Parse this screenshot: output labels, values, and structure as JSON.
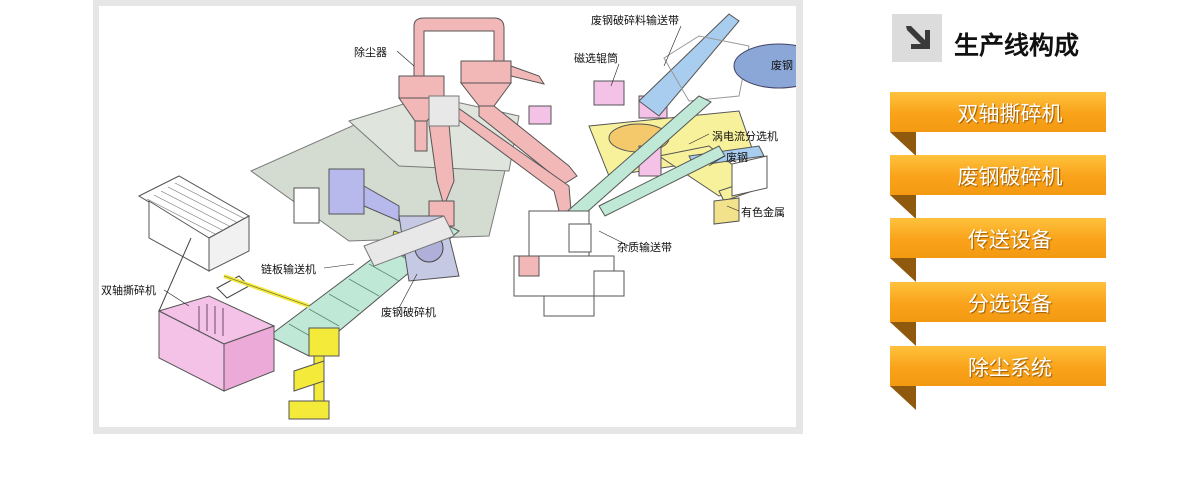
{
  "diagram": {
    "labels": {
      "dust_collector": "除尘器",
      "waste_steel_conveyor": "废钢破碎料输送带",
      "magnetic_drum": "磁选辊筒",
      "waste_steel_top": "废钢",
      "eddy_current": "涡电流分选机",
      "waste_steel_mid": "废钢",
      "nonferrous": "有色金属",
      "impurity_conveyor": "杂质输送带",
      "chain_conveyor": "链板输送机",
      "twin_shaft": "双轴撕碎机",
      "steel_shredder": "废钢破碎机"
    },
    "colors": {
      "shredder_pink": "#f4c2e6",
      "conveyor_green": "#bfe8d6",
      "belt_blue": "#a8cdee",
      "duct_pink": "#f2b8b8",
      "crusher_blue": "#b7b9ec",
      "eddy_yellow": "#f8f19c",
      "operator_yellow": "#f3ea3a",
      "floor_gray": "#d4dcd2"
    }
  },
  "sidebar": {
    "icon": "arrow-down-right-icon",
    "title": "生产线构成",
    "items": [
      {
        "label": "双轴撕碎机"
      },
      {
        "label": "废钢破碎机"
      },
      {
        "label": "传送设备"
      },
      {
        "label": "分选设备"
      },
      {
        "label": "除尘系统"
      }
    ]
  }
}
